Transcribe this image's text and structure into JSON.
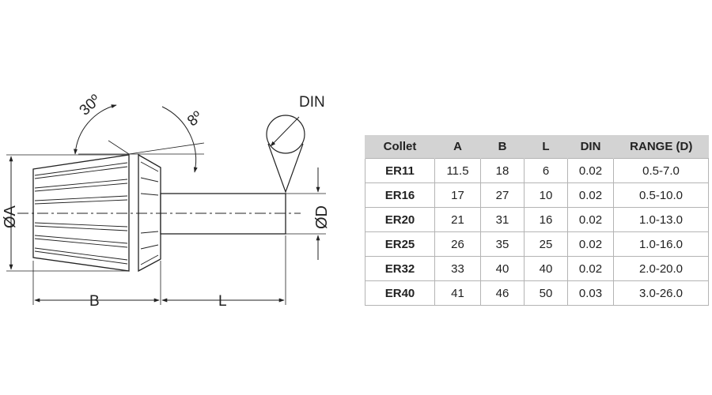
{
  "drawing": {
    "labels": {
      "angle_top": "30º",
      "angle_right": "8º",
      "din": "DIN",
      "dia_a": "ØA",
      "dia_d": "ØD",
      "len_b": "B",
      "len_l": "L"
    }
  },
  "table": {
    "headers": [
      "Collet",
      "A",
      "B",
      "L",
      "DIN",
      "RANGE (D)"
    ],
    "rows": [
      [
        "ER11",
        "11.5",
        "18",
        "6",
        "0.02",
        "0.5-7.0"
      ],
      [
        "ER16",
        "17",
        "27",
        "10",
        "0.02",
        "0.5-10.0"
      ],
      [
        "ER20",
        "21",
        "31",
        "16",
        "0.02",
        "1.0-13.0"
      ],
      [
        "ER25",
        "26",
        "35",
        "25",
        "0.02",
        "1.0-16.0"
      ],
      [
        "ER32",
        "33",
        "40",
        "40",
        "0.02",
        "2.0-20.0"
      ],
      [
        "ER40",
        "41",
        "46",
        "50",
        "0.03",
        "3.0-26.0"
      ]
    ]
  },
  "colors": {
    "line": "#222222",
    "header_bg": "#d3d3d3",
    "cell_border": "#b4b4b4"
  }
}
